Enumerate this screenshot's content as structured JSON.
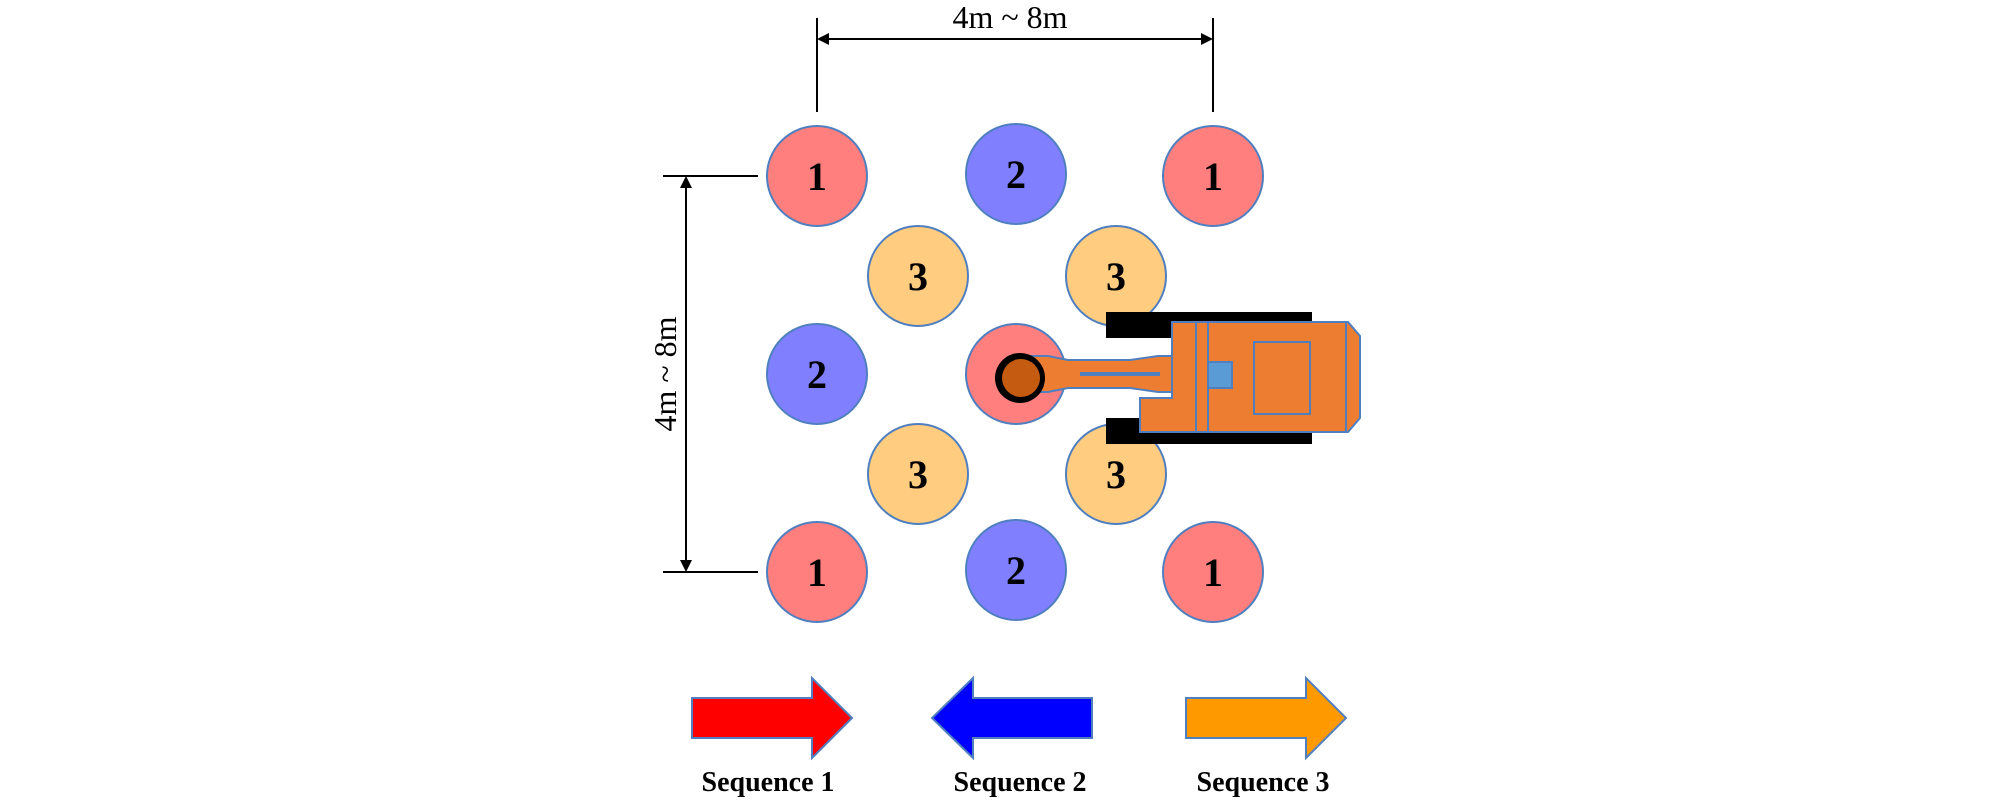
{
  "dimension_top": "4m ~ 8m",
  "dimension_left": "4m ~ 8m",
  "colors": {
    "sequence_1": "#ff7f7f",
    "sequence_2": "#8080ff",
    "sequence_3": "#ffcc80",
    "circle_outline": "#4f7fbf",
    "excavator": "#ed7d31",
    "excavator_track": "#000000",
    "arrow_1": "#ff0000",
    "arrow_2": "#0000ff",
    "arrow_3": "#ff9900"
  },
  "circles": [
    {
      "label": "1",
      "sequence": 1
    },
    {
      "label": "2",
      "sequence": 2
    },
    {
      "label": "1",
      "sequence": 1
    },
    {
      "label": "3",
      "sequence": 3
    },
    {
      "label": "3",
      "sequence": 3
    },
    {
      "label": "2",
      "sequence": 2
    },
    {
      "label": "",
      "sequence": 1
    },
    {
      "label": "3",
      "sequence": 3
    },
    {
      "label": "3",
      "sequence": 3
    },
    {
      "label": "1",
      "sequence": 1
    },
    {
      "label": "2",
      "sequence": 2
    },
    {
      "label": "1",
      "sequence": 1
    }
  ],
  "legend": [
    {
      "label": "Sequence 1",
      "direction": "right",
      "color": "#ff0000"
    },
    {
      "label": "Sequence 2",
      "direction": "left",
      "color": "#0000ff"
    },
    {
      "label": "Sequence 3",
      "direction": "right",
      "color": "#ff9900"
    }
  ]
}
